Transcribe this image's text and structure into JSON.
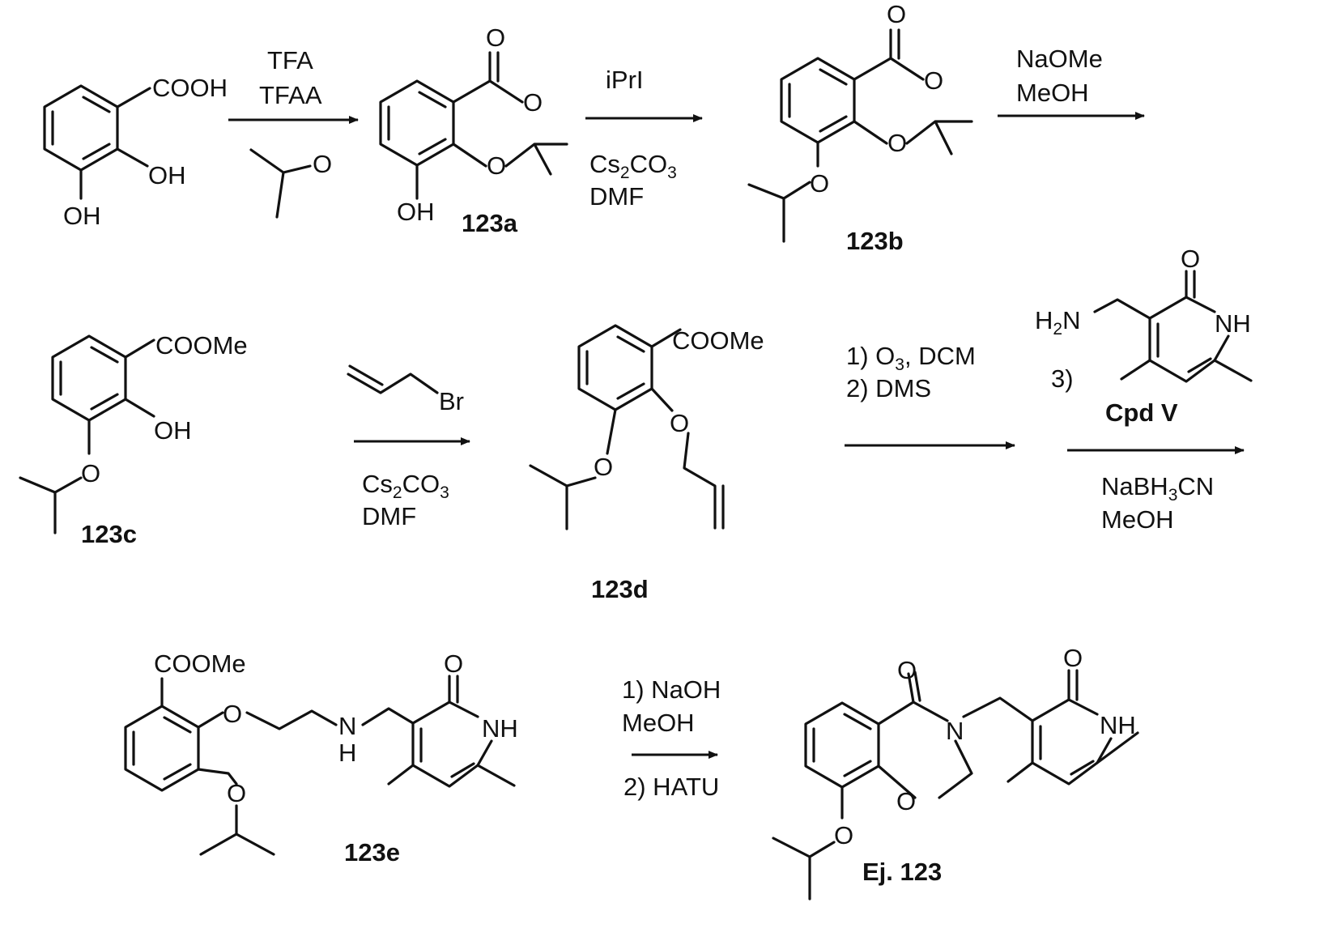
{
  "row1": {
    "sm": {
      "cooh": "COOH",
      "oh1": "OH",
      "oh2": "OH"
    },
    "arrow1": {
      "reagent1": "TFA",
      "reagent2": "TFAA",
      "acetone_o": "O"
    },
    "c123a": {
      "o_carbonyl": "O",
      "o_ring1": "O",
      "o_ring2": "O",
      "oh": "OH",
      "label": "123a"
    },
    "arrow2": {
      "above": "iPrI",
      "below1": "Cs2CO3",
      "below2": "DMF"
    },
    "c123b": {
      "o_carbonyl": "O",
      "o_ring1": "O",
      "o_ring2": "O",
      "o_ether": "O",
      "label": "123b"
    },
    "arrow3": {
      "above1": "NaOMe",
      "above2": "MeOH"
    }
  },
  "row2": {
    "c123c": {
      "ester": "COOMe",
      "oh": "OH",
      "o_ether": "O",
      "label": "123c"
    },
    "arrow4": {
      "reagent_br": "Br",
      "below1": "Cs2CO3",
      "below2": "DMF"
    },
    "c123d": {
      "ester": "COOMe",
      "o_allyl": "O",
      "o_ether": "O",
      "label": "123d"
    },
    "arrow5": {
      "step1": "1) O3, DCM",
      "step2": "2) DMS"
    },
    "arrow6": {
      "step3": "3)",
      "below1": "NaBH3CN",
      "below2": "MeOH"
    },
    "cpdv": {
      "o": "O",
      "nh": "NH",
      "h2n": "H2N",
      "label": "Cpd V"
    }
  },
  "row3": {
    "c123e": {
      "ester": "COOMe",
      "o_link": "O",
      "nh_amine": "N",
      "h_amine": "H",
      "o_pyr": "O",
      "nh_pyr": "NH",
      "o_ether": "O",
      "label": "123e"
    },
    "arrow7": {
      "step1a": "1) NaOH",
      "step1b": "MeOH",
      "step2": "2) HATU"
    },
    "ej123": {
      "o_lactam": "O",
      "n_lactam": "N",
      "o_ring": "O",
      "o_pyr": "O",
      "nh_pyr": "NH",
      "o_ether": "O",
      "label": "Ej. 123"
    }
  }
}
